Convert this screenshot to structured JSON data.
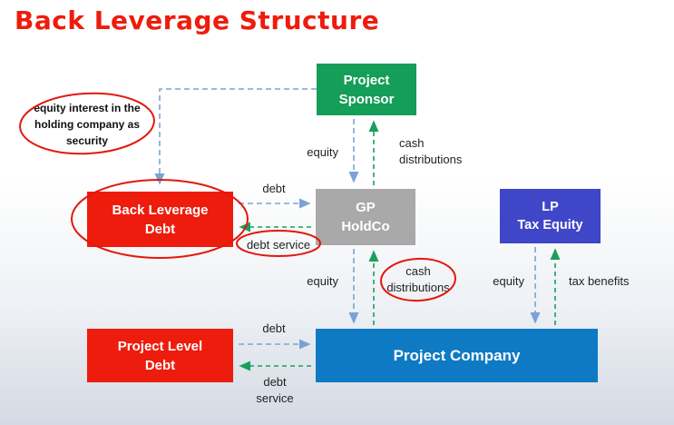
{
  "title": "Back Leverage Structure",
  "boxes": {
    "project_sponsor": "Project\nSponsor",
    "back_leverage_debt": "Back Leverage\nDebt",
    "gp_holdco": "GP\nHoldCo",
    "lp_tax_equity": "LP\nTax Equity",
    "project_level_debt": "Project Level\nDebt",
    "project_company": "Project Company"
  },
  "labels": {
    "security_note": "equity interest in the\nholding company as\nsecurity",
    "equity_top": "equity",
    "cash_distributions_top": "cash\ndistributions",
    "debt_mid": "debt",
    "debt_service_mid": "debt service",
    "equity_mid": "equity",
    "cash_distributions_mid": "cash\ndistributions",
    "equity_right": "equity",
    "tax_benefits": "tax benefits",
    "debt_bottom": "debt",
    "debt_service_bottom": "debt\nservice"
  },
  "connections": [
    {
      "from": "Project Sponsor",
      "to": "GP HoldCo",
      "label": "equity",
      "style": "blue-dashed"
    },
    {
      "from": "GP HoldCo",
      "to": "Project Sponsor",
      "label": "cash distributions",
      "style": "green-dashed"
    },
    {
      "from": "Project Sponsor",
      "to": "Back Leverage Debt",
      "label": "equity interest in the holding company as security",
      "style": "blue-dashed"
    },
    {
      "from": "Back Leverage Debt",
      "to": "GP HoldCo",
      "label": "debt",
      "style": "blue-dashed"
    },
    {
      "from": "GP HoldCo",
      "to": "Back Leverage Debt",
      "label": "debt service",
      "style": "green-dashed"
    },
    {
      "from": "GP HoldCo",
      "to": "Project Company",
      "label": "equity",
      "style": "blue-dashed"
    },
    {
      "from": "Project Company",
      "to": "GP HoldCo",
      "label": "cash distributions",
      "style": "green-dashed"
    },
    {
      "from": "LP Tax Equity",
      "to": "Project Company",
      "label": "equity",
      "style": "blue-dashed"
    },
    {
      "from": "Project Company",
      "to": "LP Tax Equity",
      "label": "tax benefits",
      "style": "green-dashed"
    },
    {
      "from": "Project Level Debt",
      "to": "Project Company",
      "label": "debt",
      "style": "blue-dashed"
    },
    {
      "from": "Project Company",
      "to": "Project Level Debt",
      "label": "debt service",
      "style": "green-dashed"
    }
  ],
  "highlighted_items": [
    "security note",
    "Back Leverage Debt box",
    "debt service label",
    "cash distributions label"
  ],
  "colors": {
    "title_red": "#ee1c0c",
    "box_red": "#ee1c0c",
    "box_green": "#149e57",
    "box_gray": "#a9a9a9",
    "box_indigo": "#3f46c8",
    "box_blue": "#0e7ac4",
    "arrow_blue": "#7aa3d4",
    "arrow_green": "#18a05c",
    "highlight_ellipse_red": "#e3170d"
  }
}
